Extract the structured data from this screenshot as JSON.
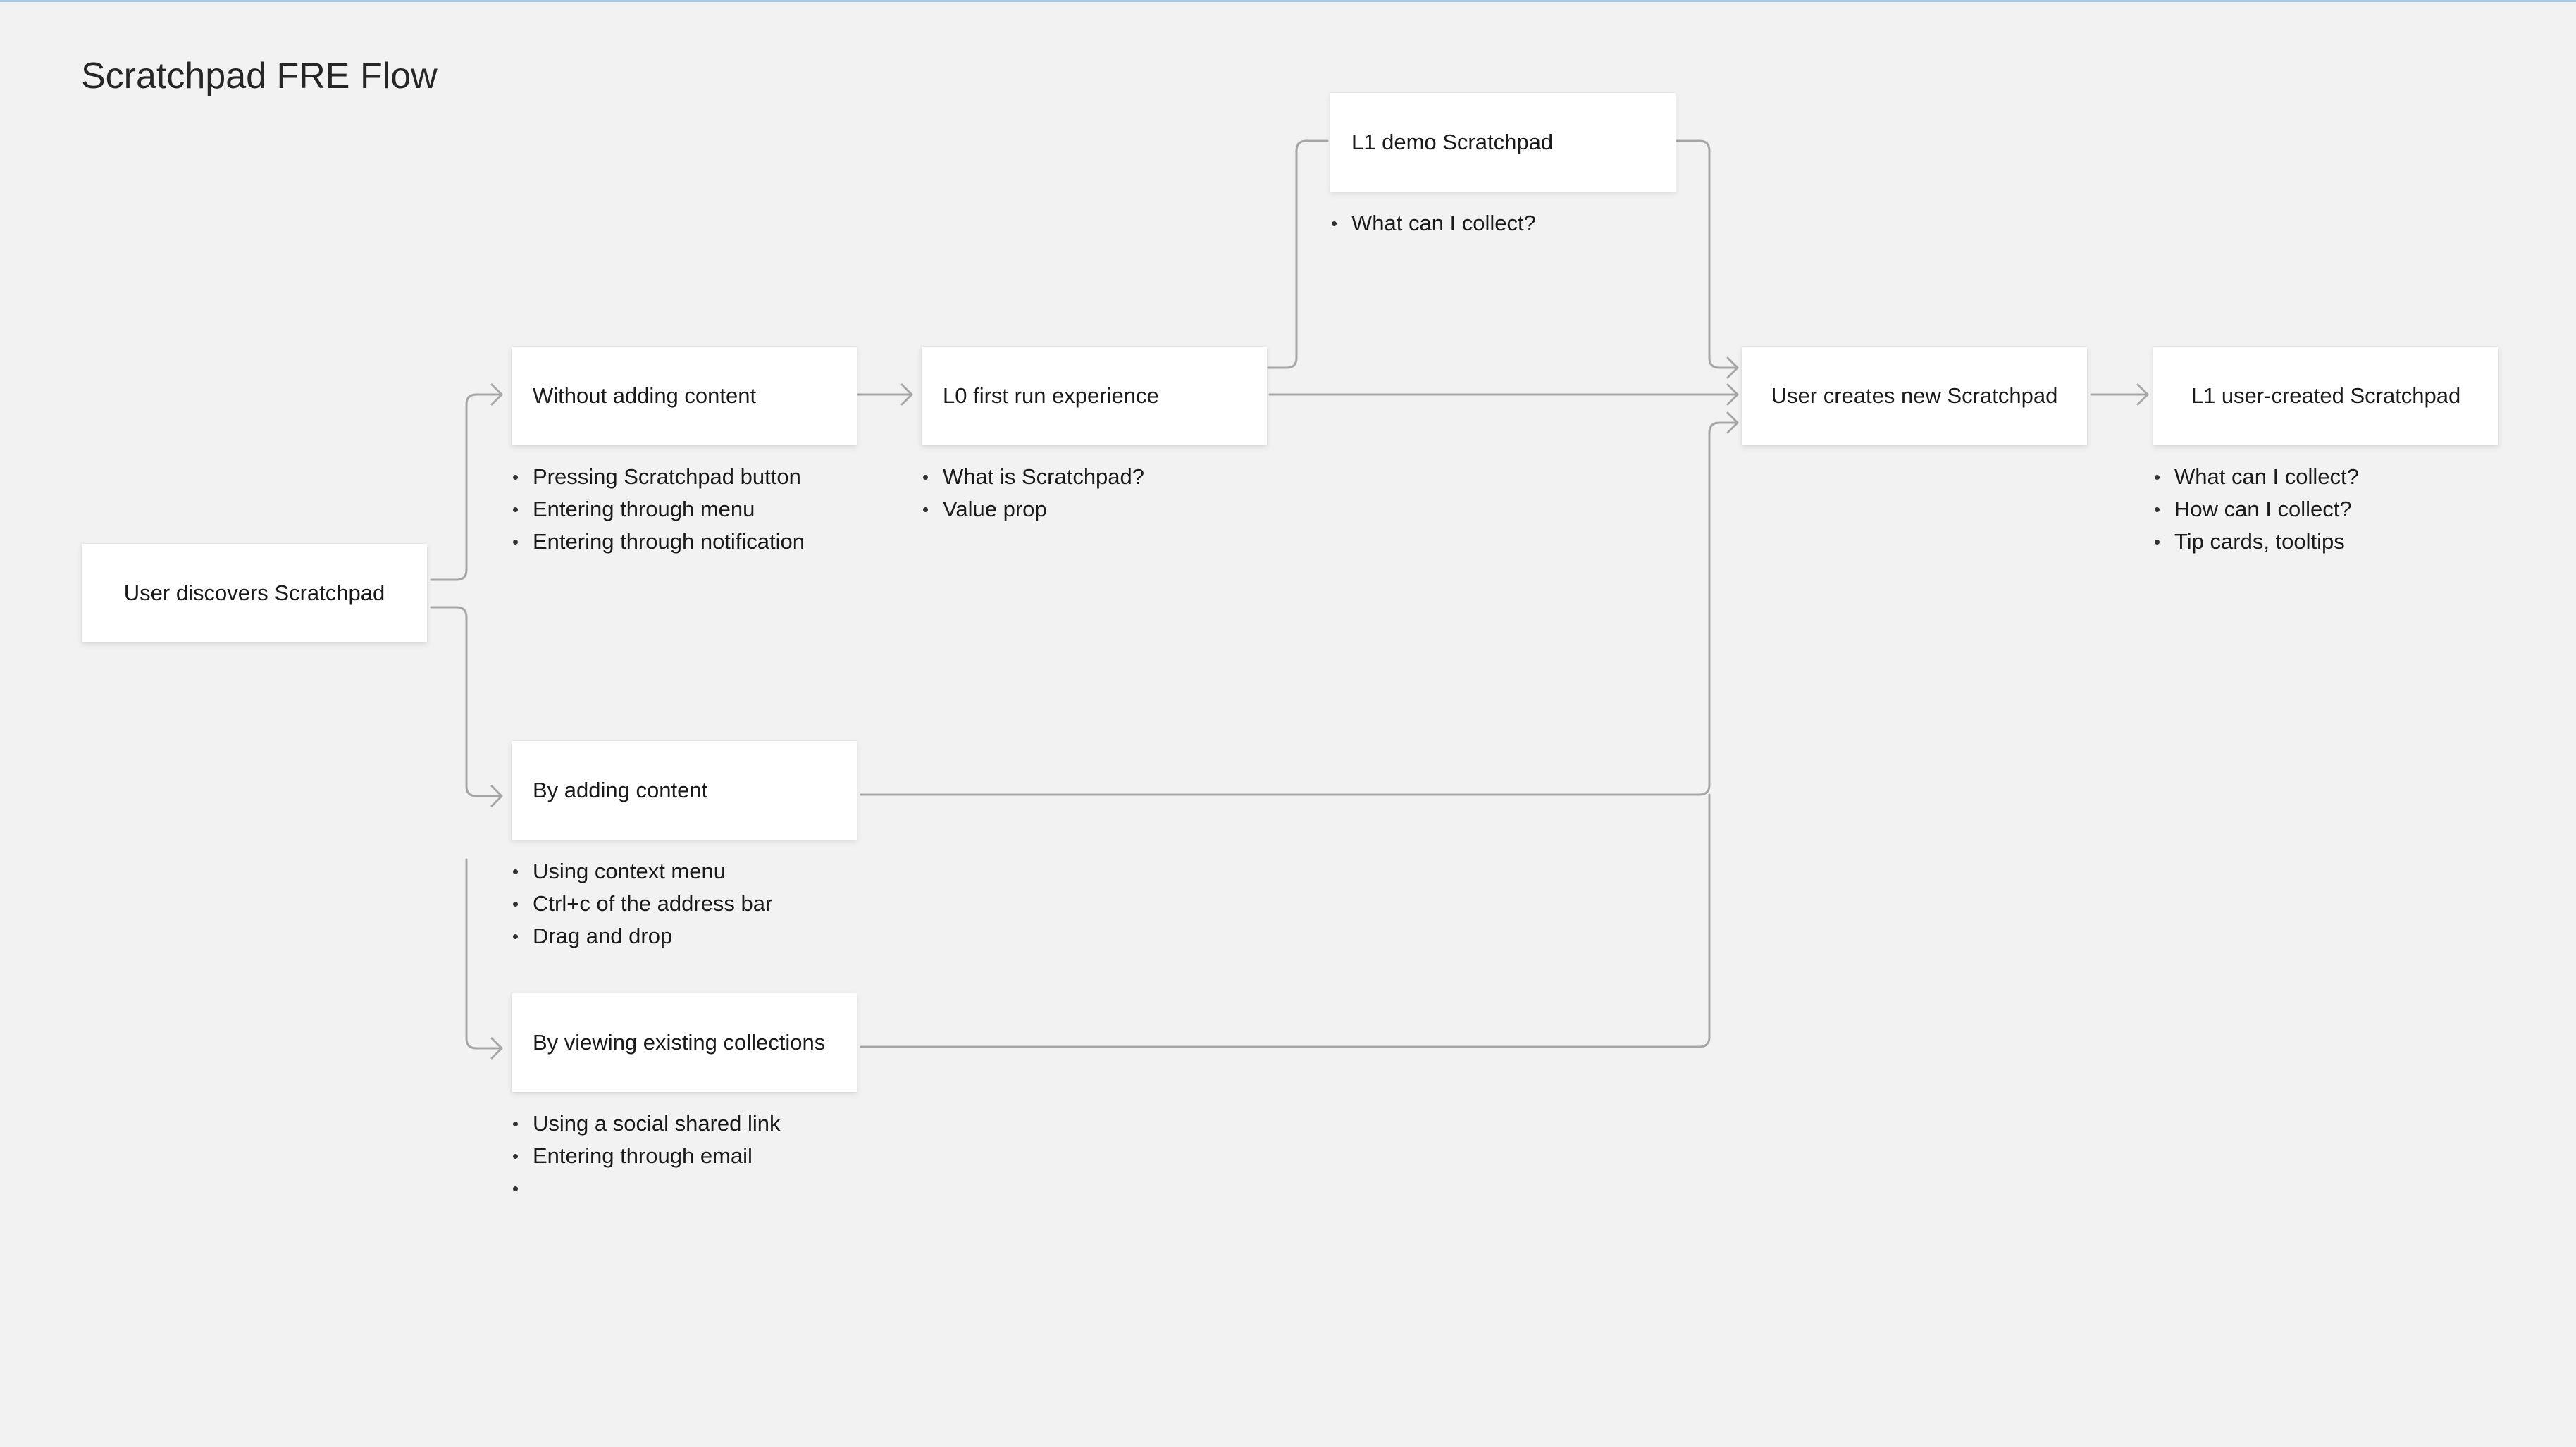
{
  "title": "Scratchpad FRE Flow",
  "nodes": {
    "discover": {
      "label": "User discovers Scratchpad"
    },
    "without": {
      "label": "Without adding content",
      "bullets": [
        "Pressing Scratchpad button",
        "Entering through menu",
        "Entering through notification"
      ]
    },
    "l0": {
      "label": "L0 first run experience",
      "bullets": [
        "What is Scratchpad?",
        "Value prop"
      ]
    },
    "l1demo": {
      "label": "L1 demo Scratchpad",
      "bullets": [
        "What can I collect?"
      ]
    },
    "creates": {
      "label": "User creates new Scratchpad"
    },
    "l1user": {
      "label": "L1 user-created Scratchpad",
      "bullets": [
        "What can I collect?",
        "How can I collect?",
        "Tip cards, tooltips"
      ]
    },
    "adding": {
      "label": "By adding content",
      "bullets": [
        "Using context menu",
        "Ctrl+c of the address bar",
        "Drag and drop"
      ]
    },
    "viewing": {
      "label": "By viewing existing collections",
      "bullets": [
        "Using a social shared link",
        "Entering through email",
        ""
      ]
    }
  },
  "colors": {
    "background": "#f2f2f2",
    "node_fill": "#ffffff",
    "connector": "#a6a6a6",
    "top_border": "#a9c9e8"
  }
}
